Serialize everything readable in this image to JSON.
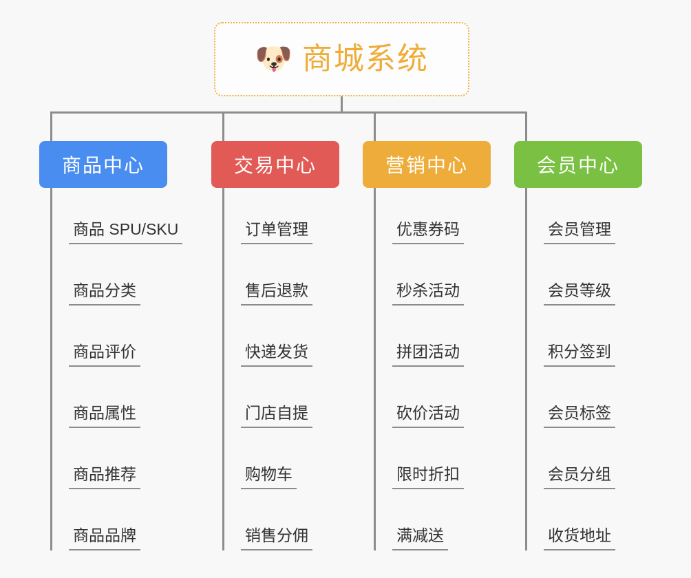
{
  "diagram": {
    "type": "mindmap",
    "background_color": "#f8f8f8",
    "root": {
      "title": "商城系统",
      "emoji": "🐶",
      "emoji_name": "shiba-inu-dog-face",
      "text_color": "#eead3a",
      "border_color": "#f0b041",
      "fill_color": "#fdfdfd"
    },
    "connector_color": "#8c8c8c",
    "categories": [
      {
        "label": "商品中心",
        "color": "#4a8df0",
        "items": [
          "商品 SPU/SKU",
          "商品分类",
          "商品评价",
          "商品属性",
          "商品推荐",
          "商品品牌"
        ]
      },
      {
        "label": "交易中心",
        "color": "#e15a56",
        "items": [
          "订单管理",
          "售后退款",
          "快递发货",
          "门店自提",
          "购物车",
          "销售分佣"
        ]
      },
      {
        "label": "营销中心",
        "color": "#eead3a",
        "items": [
          "优惠券码",
          "秒杀活动",
          "拼团活动",
          "砍价活动",
          "限时折扣",
          "满减送"
        ]
      },
      {
        "label": "会员中心",
        "color": "#7ac143",
        "items": [
          "会员管理",
          "会员等级",
          "积分签到",
          "会员标签",
          "会员分组",
          "收货地址"
        ]
      }
    ]
  }
}
